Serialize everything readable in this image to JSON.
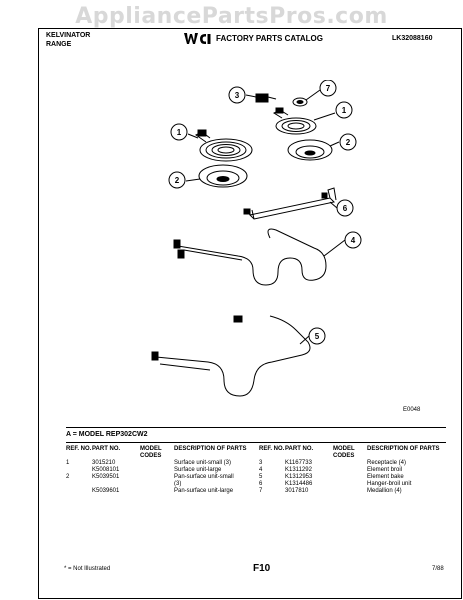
{
  "watermark": "AppliancePartsPros.com",
  "header": {
    "brand": "KELVINATOR",
    "product": "RANGE",
    "catalog_title": "FACTORY PARTS CATALOG",
    "catalog_number": "LK32088160",
    "logo_text": "WCI"
  },
  "diagram": {
    "callouts": [
      "3",
      "7",
      "1",
      "1",
      "2",
      "2",
      "6",
      "4",
      "5"
    ],
    "figure_code": "E0048"
  },
  "model_line": "A = MODEL REP302CW2",
  "table": {
    "headers": [
      "REF. NO.",
      "PART NO.",
      "MODEL CODES",
      "DESCRIPTION OF PARTS"
    ],
    "left_rows": [
      {
        "ref": "1",
        "part": "3015210",
        "codes": "",
        "desc": "Surface unit-small (3)"
      },
      {
        "ref": "",
        "part": "K5008101",
        "codes": "",
        "desc": "Surface unit-large"
      },
      {
        "ref": "2",
        "part": "K5039501",
        "codes": "",
        "desc": "Pan-surface unit-small"
      },
      {
        "ref": "",
        "part": "",
        "codes": "",
        "desc": "(3)"
      },
      {
        "ref": "",
        "part": "K5039601",
        "codes": "",
        "desc": "Pan-surface unit-large"
      }
    ],
    "right_rows": [
      {
        "ref": "3",
        "part": "K1167733",
        "codes": "",
        "desc": "Receptacle (4)"
      },
      {
        "ref": "4",
        "part": "K1311292",
        "codes": "",
        "desc": "Element broil"
      },
      {
        "ref": "5",
        "part": "K1312953",
        "codes": "",
        "desc": "Element bake"
      },
      {
        "ref": "6",
        "part": "K1314486",
        "codes": "",
        "desc": "Hanger-broil unit"
      },
      {
        "ref": "7",
        "part": "3017810",
        "codes": "",
        "desc": "Medallion (4)"
      }
    ]
  },
  "footer": {
    "note": "* = Not Illustrated",
    "page": "F10",
    "date": "7/88"
  }
}
